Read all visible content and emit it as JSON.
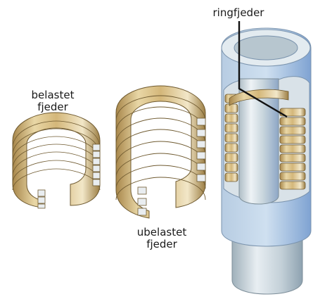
{
  "labels": {
    "loaded_line1": "belastet",
    "loaded_line2": "fjeder",
    "unloaded_line1": "ubelastet",
    "unloaded_line2": "fjeder",
    "ring_spring": "ringfjeder"
  },
  "colors": {
    "ring_gold": "#d2b477",
    "ring_light": "#f1e4bf",
    "ring_dark": "#9c7e44",
    "ring_edge": "#6f5a30",
    "steel_light": "#e6edf1",
    "steel_mid": "#bccbd4",
    "steel_blue": "#8fb0d6",
    "steel_dark": "#8c9aa3",
    "background": "#ffffff",
    "text": "#1a1a1a"
  }
}
